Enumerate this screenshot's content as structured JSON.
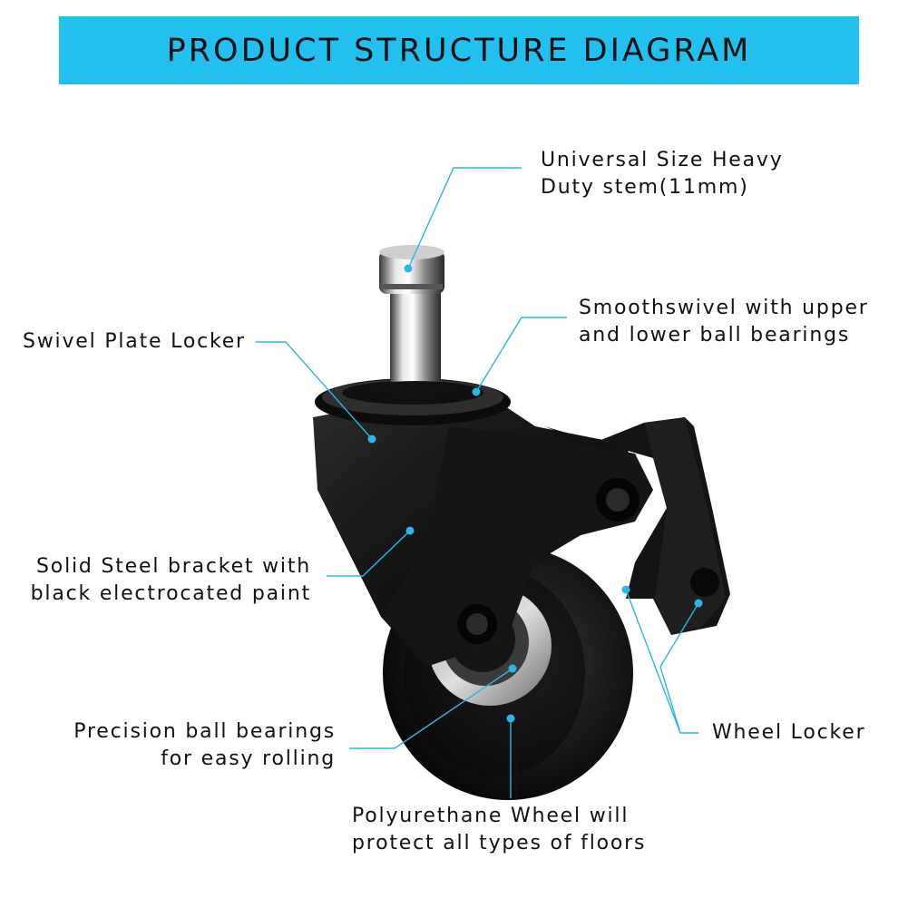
{
  "banner": {
    "title": "PRODUCT STRUCTURE DIAGRAM",
    "color": "#22c0ef"
  },
  "callout_color": "#2bb5e8",
  "labels": {
    "stem": [
      "Universal Size Heavy",
      "Duty stem(11mm)"
    ],
    "swivel_bearings": [
      "Smoothswivel with upper",
      "and lower ball bearings"
    ],
    "swivel_plate": [
      "Swivel Plate Locker"
    ],
    "bracket": [
      "Solid Steel bracket with",
      "black electrocated paint"
    ],
    "ball_bearings": [
      "Precision ball bearings",
      "for easy rolling"
    ],
    "wheel_locker": [
      "Wheel Locker"
    ],
    "wheel": [
      "Polyurethane Wheel will",
      "protect all types of floors"
    ]
  }
}
